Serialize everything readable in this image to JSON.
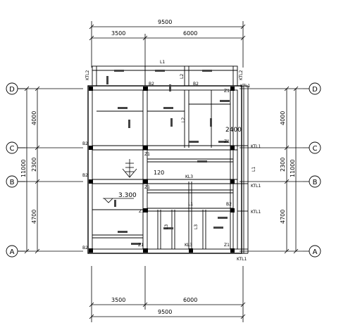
{
  "dims": {
    "top_total": "9500",
    "top_left": "3500",
    "top_right": "6000",
    "bottom_left": "3500",
    "bottom_right": "6000",
    "bottom_total": "9500",
    "left_d_c": "4000",
    "left_c_b": "2300",
    "left_b_a": "4700",
    "left_total": "11000",
    "right_d_c": "4000",
    "right_c_b": "2300",
    "right_b_a": "4700",
    "right_total": "11000"
  },
  "axes": {
    "row_d": "D",
    "row_c": "C",
    "row_b": "B",
    "row_a": "A"
  },
  "labels": {
    "l1_top": "L1",
    "ktl2_left": "KTL2",
    "ktl2_right": "KTL2",
    "ktl1_d": "KTL1",
    "ktl1_c": "KTL1",
    "ktl1_b": "KTL1",
    "ktl1_mid": "KTL1",
    "ktl1_a": "KTL1",
    "l1_right_vertical": "L1",
    "dim_2400": "2400",
    "stair_120": "120",
    "kl3": "KL3",
    "kl3_bottom": "KL3",
    "l2_mid": "L2",
    "l1_mid": "L1",
    "elev": "3.300",
    "b2_1": "B2",
    "b2_2": "B2",
    "b2_3": "B2",
    "b2_4": "B2",
    "b2_5": "B2",
    "b2_6": "B2",
    "z1_1": "Z1",
    "z1_2": "Z1",
    "z1_3": "Z1",
    "z1_4": "Z1",
    "z1_5": "Z1",
    "z1_6": "Z1",
    "z1_7": "Z1",
    "l3_1": "L3",
    "l3_2": "L3",
    "l2_small": "L2"
  }
}
